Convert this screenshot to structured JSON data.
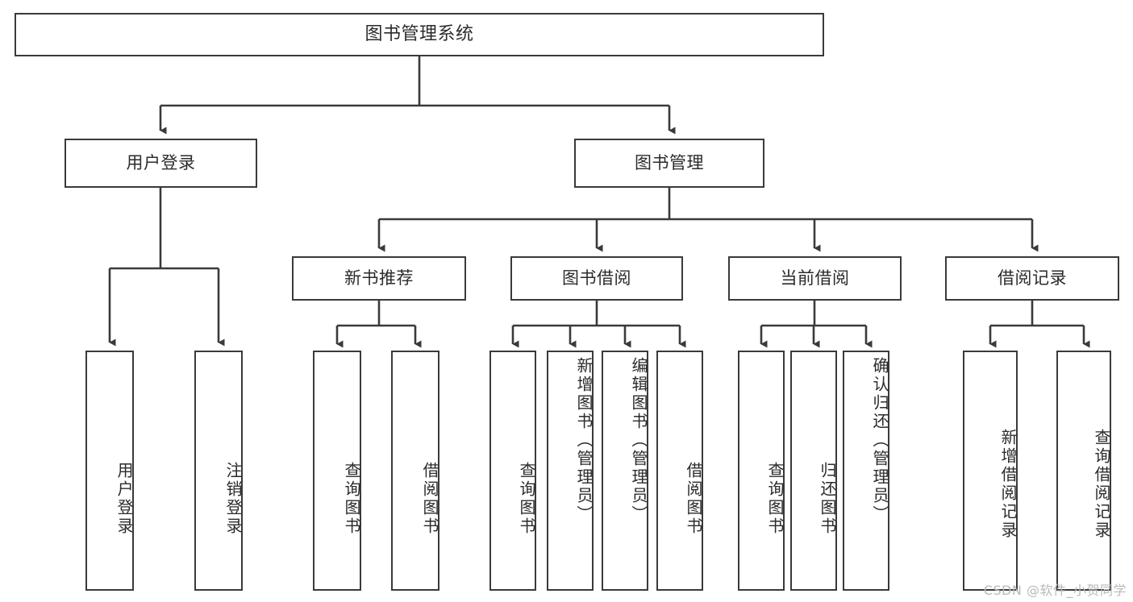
{
  "diagram": {
    "type": "tree-hierarchy",
    "title": "图书管理系统",
    "watermark": "CSDN @软件_小贺同学",
    "colors": {
      "box_border": "#3a3a3a",
      "box_fill": "#ffffff",
      "connector": "#3a3a3a",
      "text": "#2b2b2b",
      "watermark": "#b9b9b9",
      "background": "#ffffff"
    },
    "root": {
      "label": "图书管理系统"
    },
    "level2": [
      {
        "id": "user-login",
        "label": "用户登录"
      },
      {
        "id": "book-management",
        "label": "图书管理"
      }
    ],
    "level3": [
      {
        "id": "new-book-recommend",
        "label": "新书推荐"
      },
      {
        "id": "book-borrow",
        "label": "图书借阅"
      },
      {
        "id": "current-borrow",
        "label": "当前借阅"
      },
      {
        "id": "borrow-record",
        "label": "借阅记录"
      }
    ],
    "leaves": {
      "user_login": [
        {
          "id": "leaf-user-login",
          "label": "用户登录"
        },
        {
          "id": "leaf-logout-login",
          "label": "注销登录"
        }
      ],
      "new_book_recommend": [
        {
          "id": "leaf-query-book-1",
          "label": "查询图书"
        },
        {
          "id": "leaf-borrow-book-1",
          "label": "借阅图书"
        }
      ],
      "book_borrow": [
        {
          "id": "leaf-query-book-2",
          "label": "查询图书"
        },
        {
          "id": "leaf-add-book",
          "label": "新增图书（管理员）"
        },
        {
          "id": "leaf-edit-book",
          "label": "编辑图书（管理员）"
        },
        {
          "id": "leaf-borrow-book-2",
          "label": "借阅图书"
        }
      ],
      "current_borrow": [
        {
          "id": "leaf-query-book-3",
          "label": "查询图书"
        },
        {
          "id": "leaf-return-book",
          "label": "归还图书"
        },
        {
          "id": "leaf-confirm-return",
          "label": "确认归还（管理员）"
        }
      ],
      "borrow_record": [
        {
          "id": "leaf-add-record",
          "label": "新增借阅记录"
        },
        {
          "id": "leaf-query-record",
          "label": "查询借阅记录"
        }
      ]
    }
  }
}
